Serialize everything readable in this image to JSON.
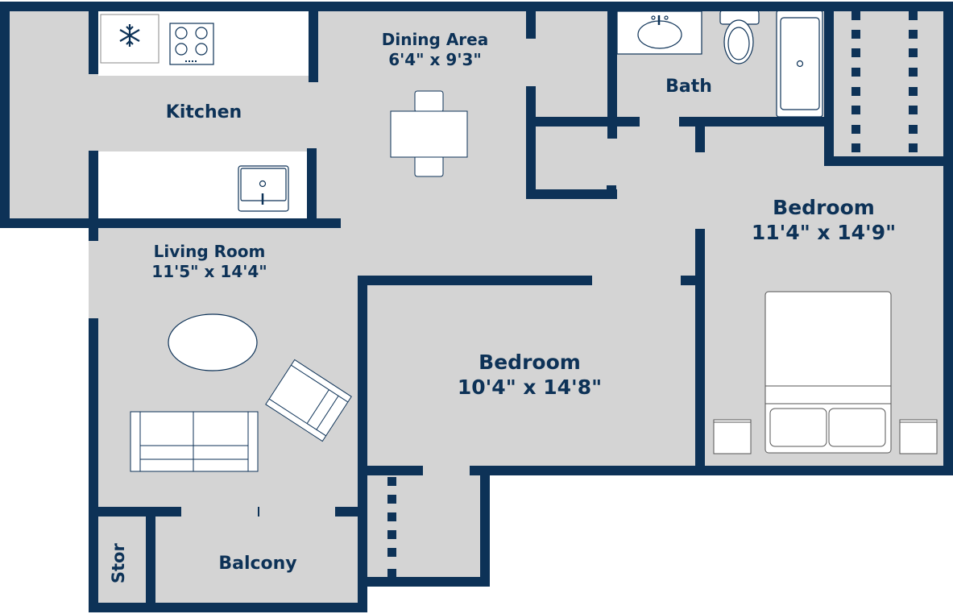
{
  "colors": {
    "wall": "#0d3257",
    "floor": "#d4d4d4",
    "fixture": "#ffffff",
    "background": "#ffffff"
  },
  "rooms": {
    "kitchen": {
      "name": "Kitchen",
      "dimensions": ""
    },
    "dining": {
      "name": "Dining Area",
      "dimensions": "6'4\" x 9'3\""
    },
    "bath": {
      "name": "Bath",
      "dimensions": ""
    },
    "living": {
      "name": "Living Room",
      "dimensions": "11'5\" x 14'4\""
    },
    "bedroom_center": {
      "name": "Bedroom",
      "dimensions": "10'4\" x 14'8\""
    },
    "bedroom_right": {
      "name": "Bedroom",
      "dimensions": "11'4\" x 14'9\""
    },
    "balcony": {
      "name": "Balcony",
      "dimensions": ""
    },
    "storage": {
      "name": "Stor",
      "dimensions": ""
    }
  },
  "fixtures": [
    "refrigerator-icon",
    "stove-icon",
    "kitchen-sink-icon",
    "dining-table-icon",
    "bathroom-sink-icon",
    "toilet-icon",
    "bathtub-icon",
    "closet-shelves-icon",
    "coffee-table-icon",
    "sofa-icon",
    "armchair-icon",
    "bed-icon",
    "nightstand-icon"
  ]
}
